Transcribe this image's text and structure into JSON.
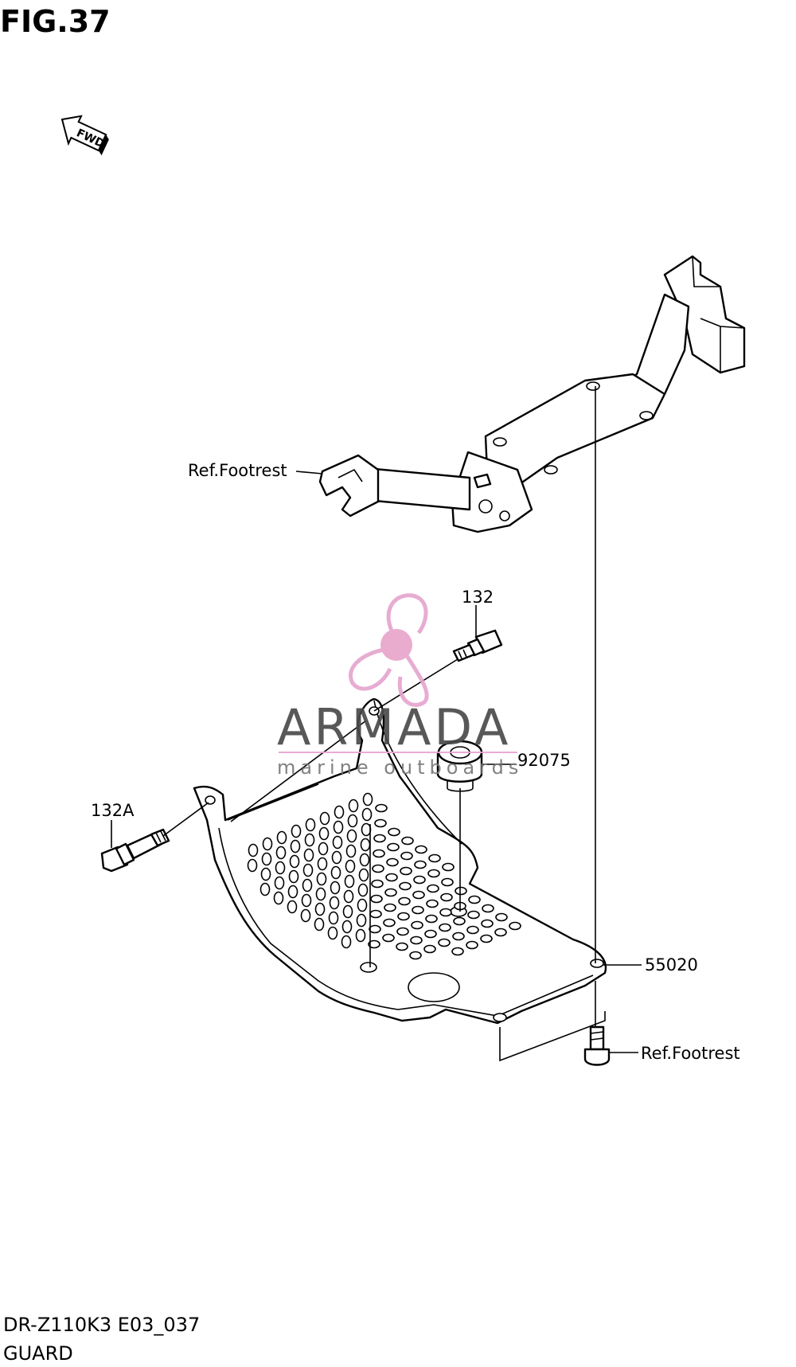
{
  "figure": {
    "title": "FIG.37",
    "model_code": "DR-Z110K3 E03_037",
    "section_name": "GUARD"
  },
  "direction_marker": {
    "label": "FWD",
    "icon": "fwd-arrow-icon"
  },
  "callouts": {
    "ref_footrest_top": "Ref.Footrest",
    "bolt_132": "132",
    "bolt_132a": "132A",
    "spacer_92075": "92075",
    "guard_55020": "55020",
    "ref_footrest_bottom": "Ref.Footrest"
  },
  "watermark": {
    "brand": "ARMADA",
    "tagline": "marine outboards",
    "icon": "propeller-logo-icon",
    "accent_color": "#e6a5cf",
    "hub_color": "#e8a6cc"
  },
  "colors": {
    "line": "#000000",
    "background": "#ffffff"
  }
}
